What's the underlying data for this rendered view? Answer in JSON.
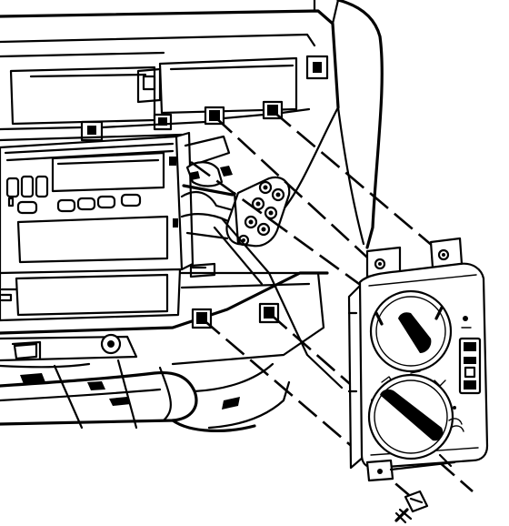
{
  "figure": {
    "type": "exploded-assembly-line-drawing",
    "ink_color": "#000000",
    "paper_color": "#ffffff",
    "parts": [
      "instrument-panel-carrier",
      "radio-head-unit",
      "hvac-control-module",
      "mounting-bracket",
      "mounting-screw"
    ],
    "alignment_lines": 5
  }
}
